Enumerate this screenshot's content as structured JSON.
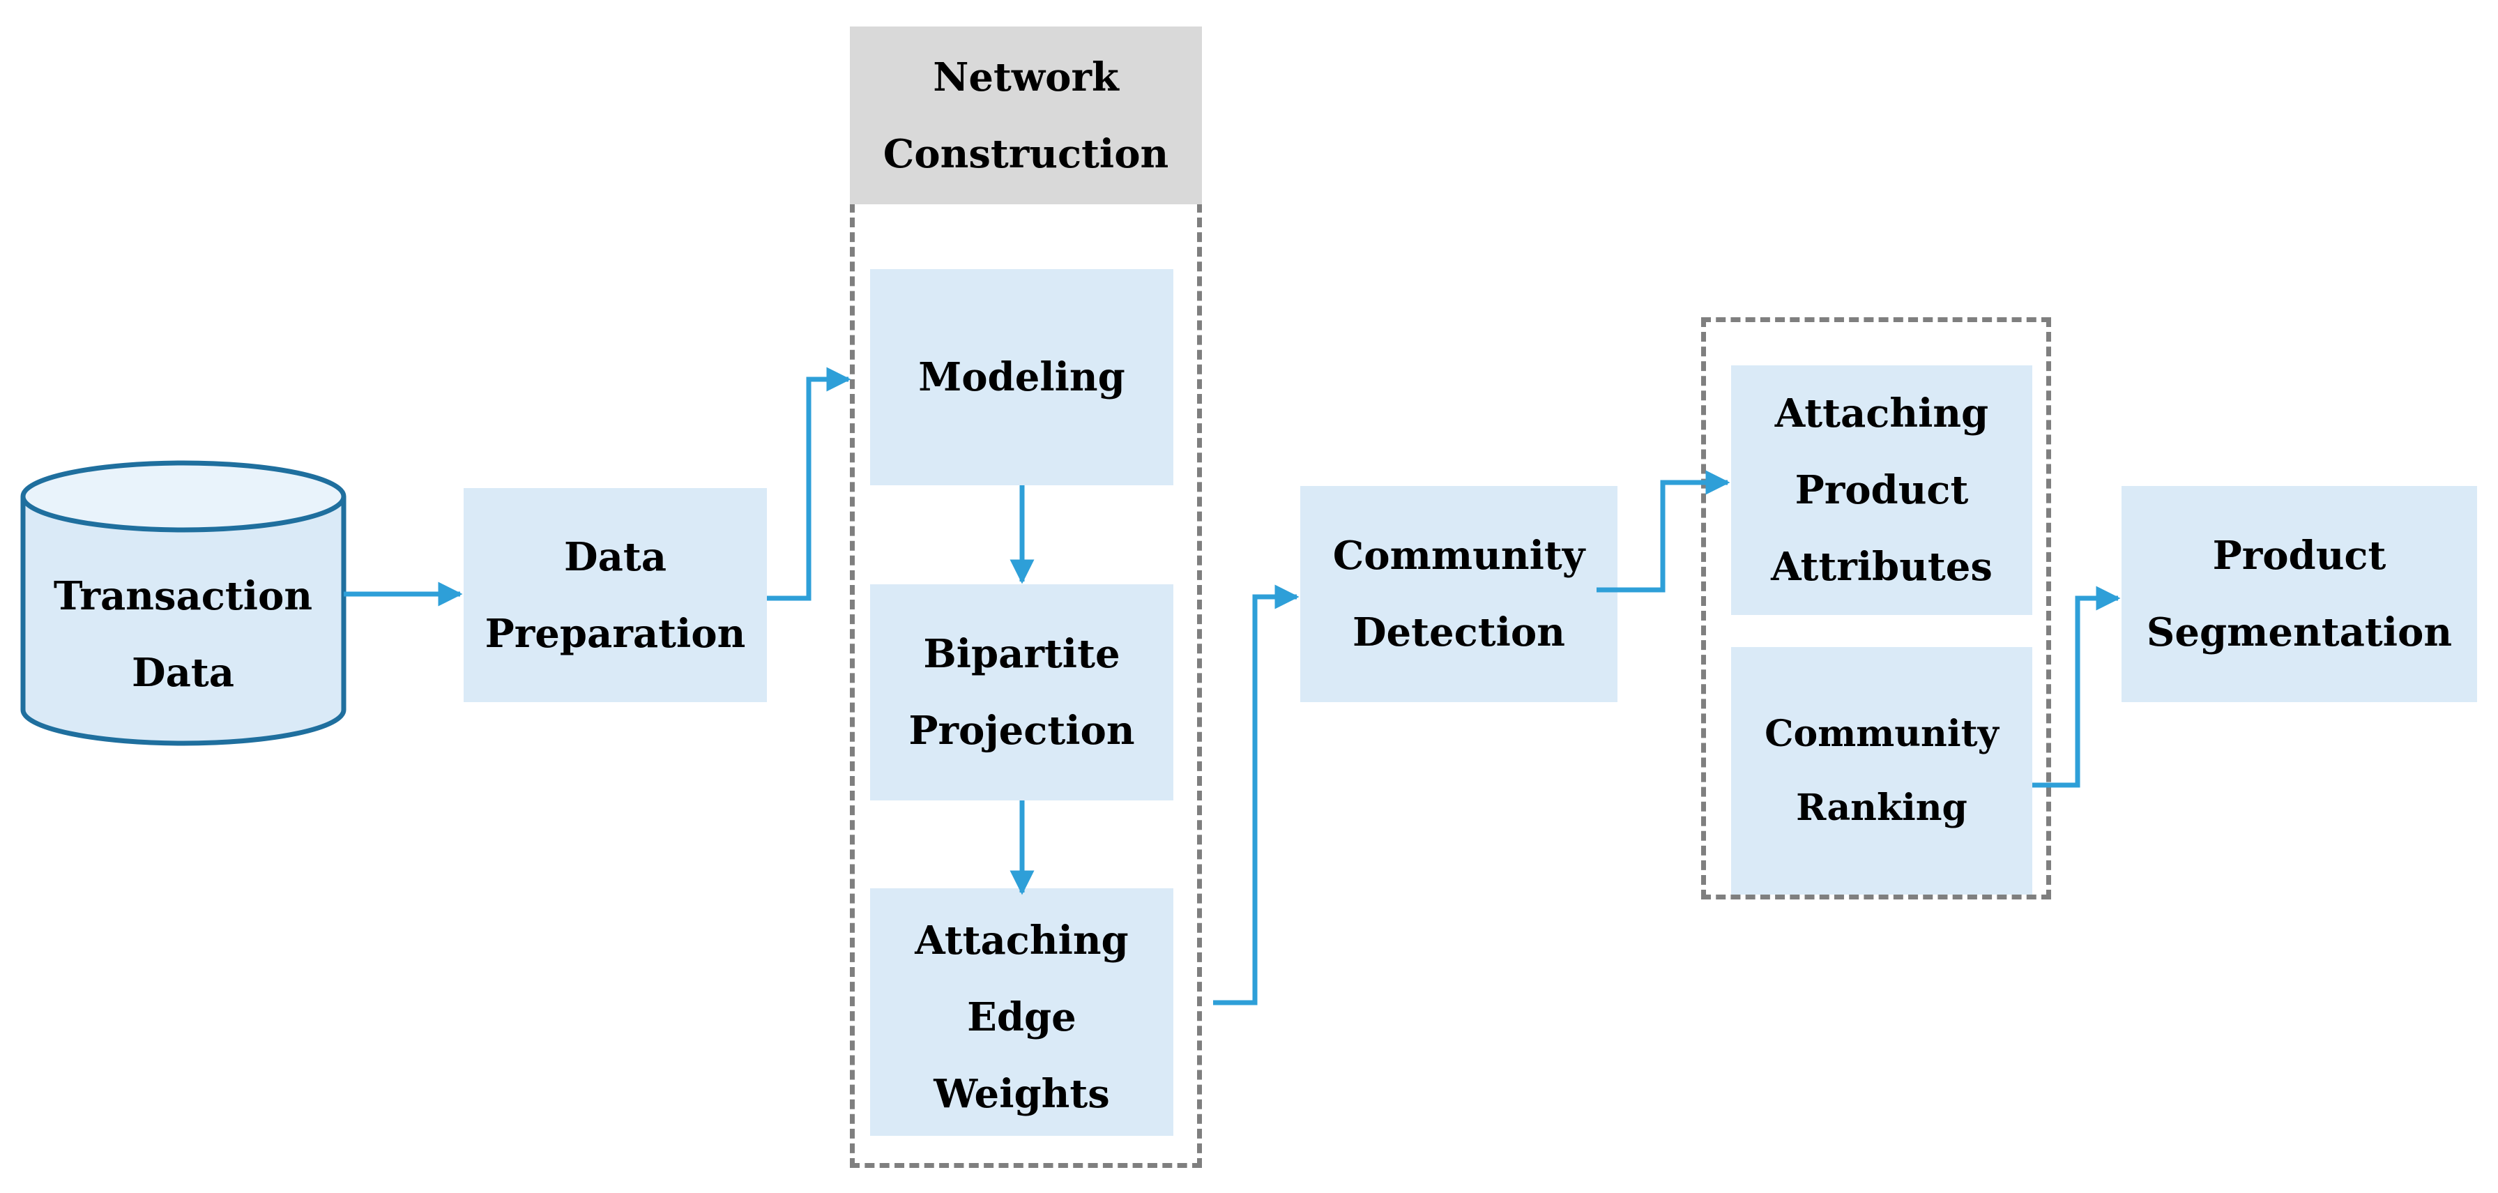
{
  "diagram": {
    "transaction_data": "Transaction\nData",
    "data_preparation": "Data\nPreparation",
    "network_construction": "Network\nConstruction",
    "modeling": "Modeling",
    "bipartite_projection": "Bipartite\nProjection",
    "attaching_edge_weights": "Attaching\nEdge\nWeights",
    "community_detection": "Community\nDetection",
    "attaching_product_attributes": "Attaching\nProduct\nAttributes",
    "community_ranking": "Community\nRanking",
    "product_segmentation": "Product\nSegmentation",
    "colors": {
      "box_fill": "#daeaf7",
      "header_fill": "#d9d9d9",
      "arrow": "#2e9fd8",
      "cylinder_stroke": "#1f6f9e",
      "dash": "#7f7f7f"
    }
  }
}
